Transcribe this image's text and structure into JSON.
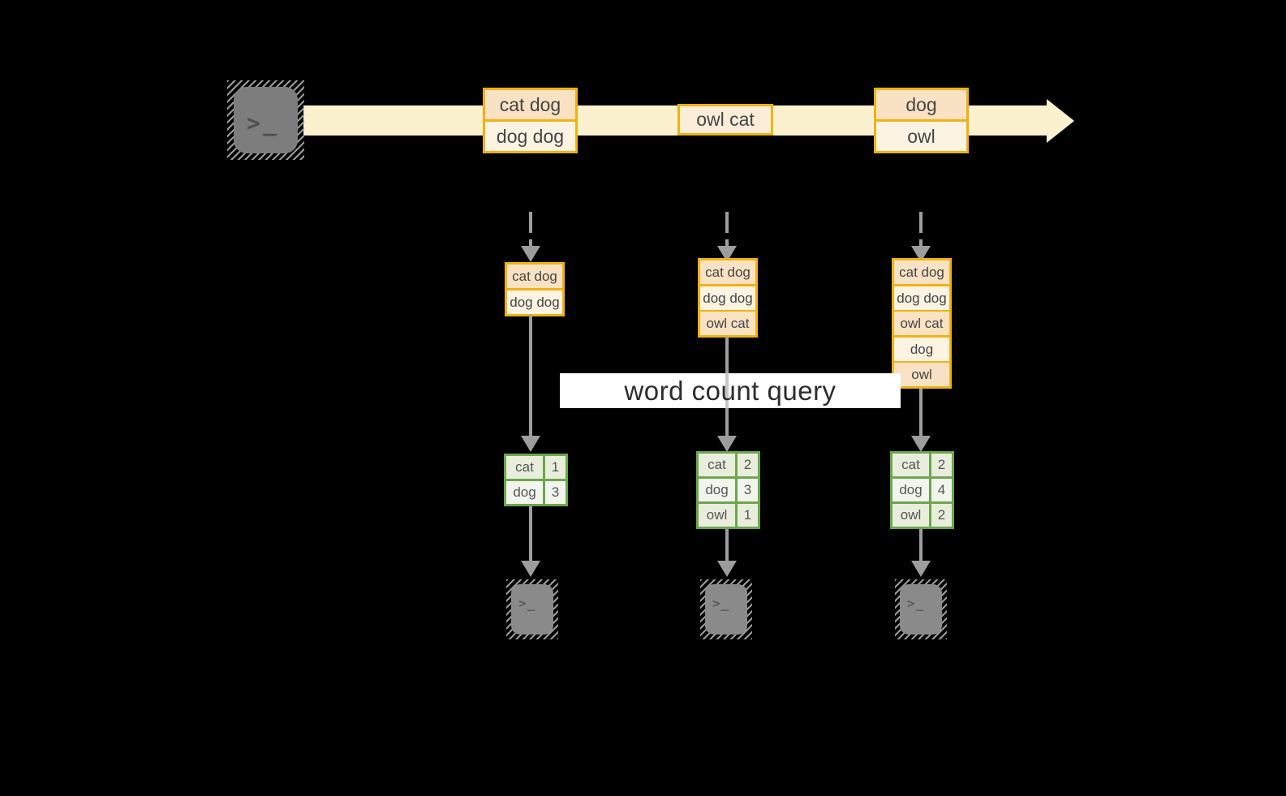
{
  "query_label": "word count query",
  "prompt_glyph": ">_",
  "colors": {
    "background": "#000000",
    "gold_border": "#F1B211",
    "cell_peach": "#F8E2C3",
    "cell_cream": "#FDF3E2",
    "cell_single": "#FBEDD8",
    "stream_band": "#FBF1CF",
    "green_border": "#6CA64E",
    "green_row_dark": "#E8EEDB",
    "green_row_light": "#F2F5EE",
    "arrow_gray": "#9D9D9D",
    "terminal_gray": "#7D7D7D",
    "query_band": "#FFFFFF"
  },
  "stream_events": [
    {
      "lines": [
        "cat dog",
        "dog dog"
      ]
    },
    {
      "lines": [
        "owl cat"
      ]
    },
    {
      "lines": [
        "dog",
        "owl"
      ]
    }
  ],
  "buffers": [
    {
      "cells": [
        "cat dog",
        "dog dog"
      ]
    },
    {
      "cells": [
        "cat dog",
        "dog dog",
        "owl cat"
      ]
    },
    {
      "cells": [
        "cat dog",
        "dog dog",
        "owl cat",
        "dog",
        "owl"
      ]
    }
  ],
  "count_tables": [
    {
      "rows": [
        {
          "word": "cat",
          "count": "1"
        },
        {
          "word": "dog",
          "count": "3"
        }
      ]
    },
    {
      "rows": [
        {
          "word": "cat",
          "count": "2"
        },
        {
          "word": "dog",
          "count": "3"
        },
        {
          "word": "owl",
          "count": "1"
        }
      ]
    },
    {
      "rows": [
        {
          "word": "cat",
          "count": "2"
        },
        {
          "word": "dog",
          "count": "4"
        },
        {
          "word": "owl",
          "count": "2"
        }
      ]
    }
  ]
}
